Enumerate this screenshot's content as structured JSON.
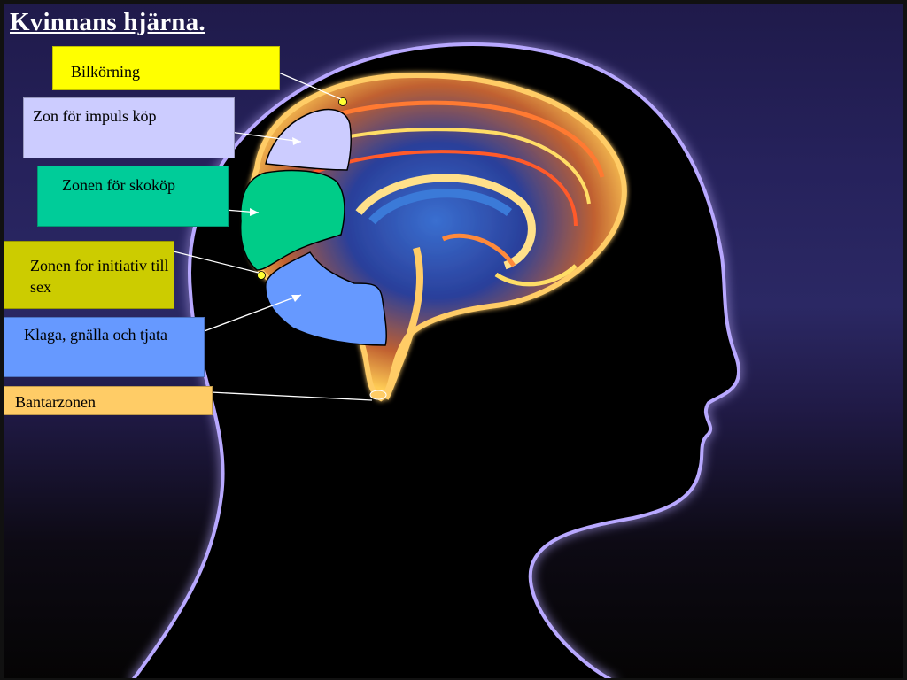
{
  "slide": {
    "title": "Kvinnans hjärna."
  },
  "labels": {
    "bilkorning": "Bilkörning",
    "impuls": "Zon för impuls köp",
    "skokop": "Zonen för skoköp",
    "initiativ": "Zonen for initiativ till sex",
    "klaga": "Klaga, gnälla och tjata",
    "bantar": "Bantarzonen"
  },
  "colors": {
    "bilkorning": "#ffff00",
    "impuls": "#ccccff",
    "skokop": "#00cc99",
    "initiativ": "#cccc00",
    "klaga": "#6699ff",
    "bantar": "#ffcc66",
    "head_outline": "#b8a8ff"
  }
}
